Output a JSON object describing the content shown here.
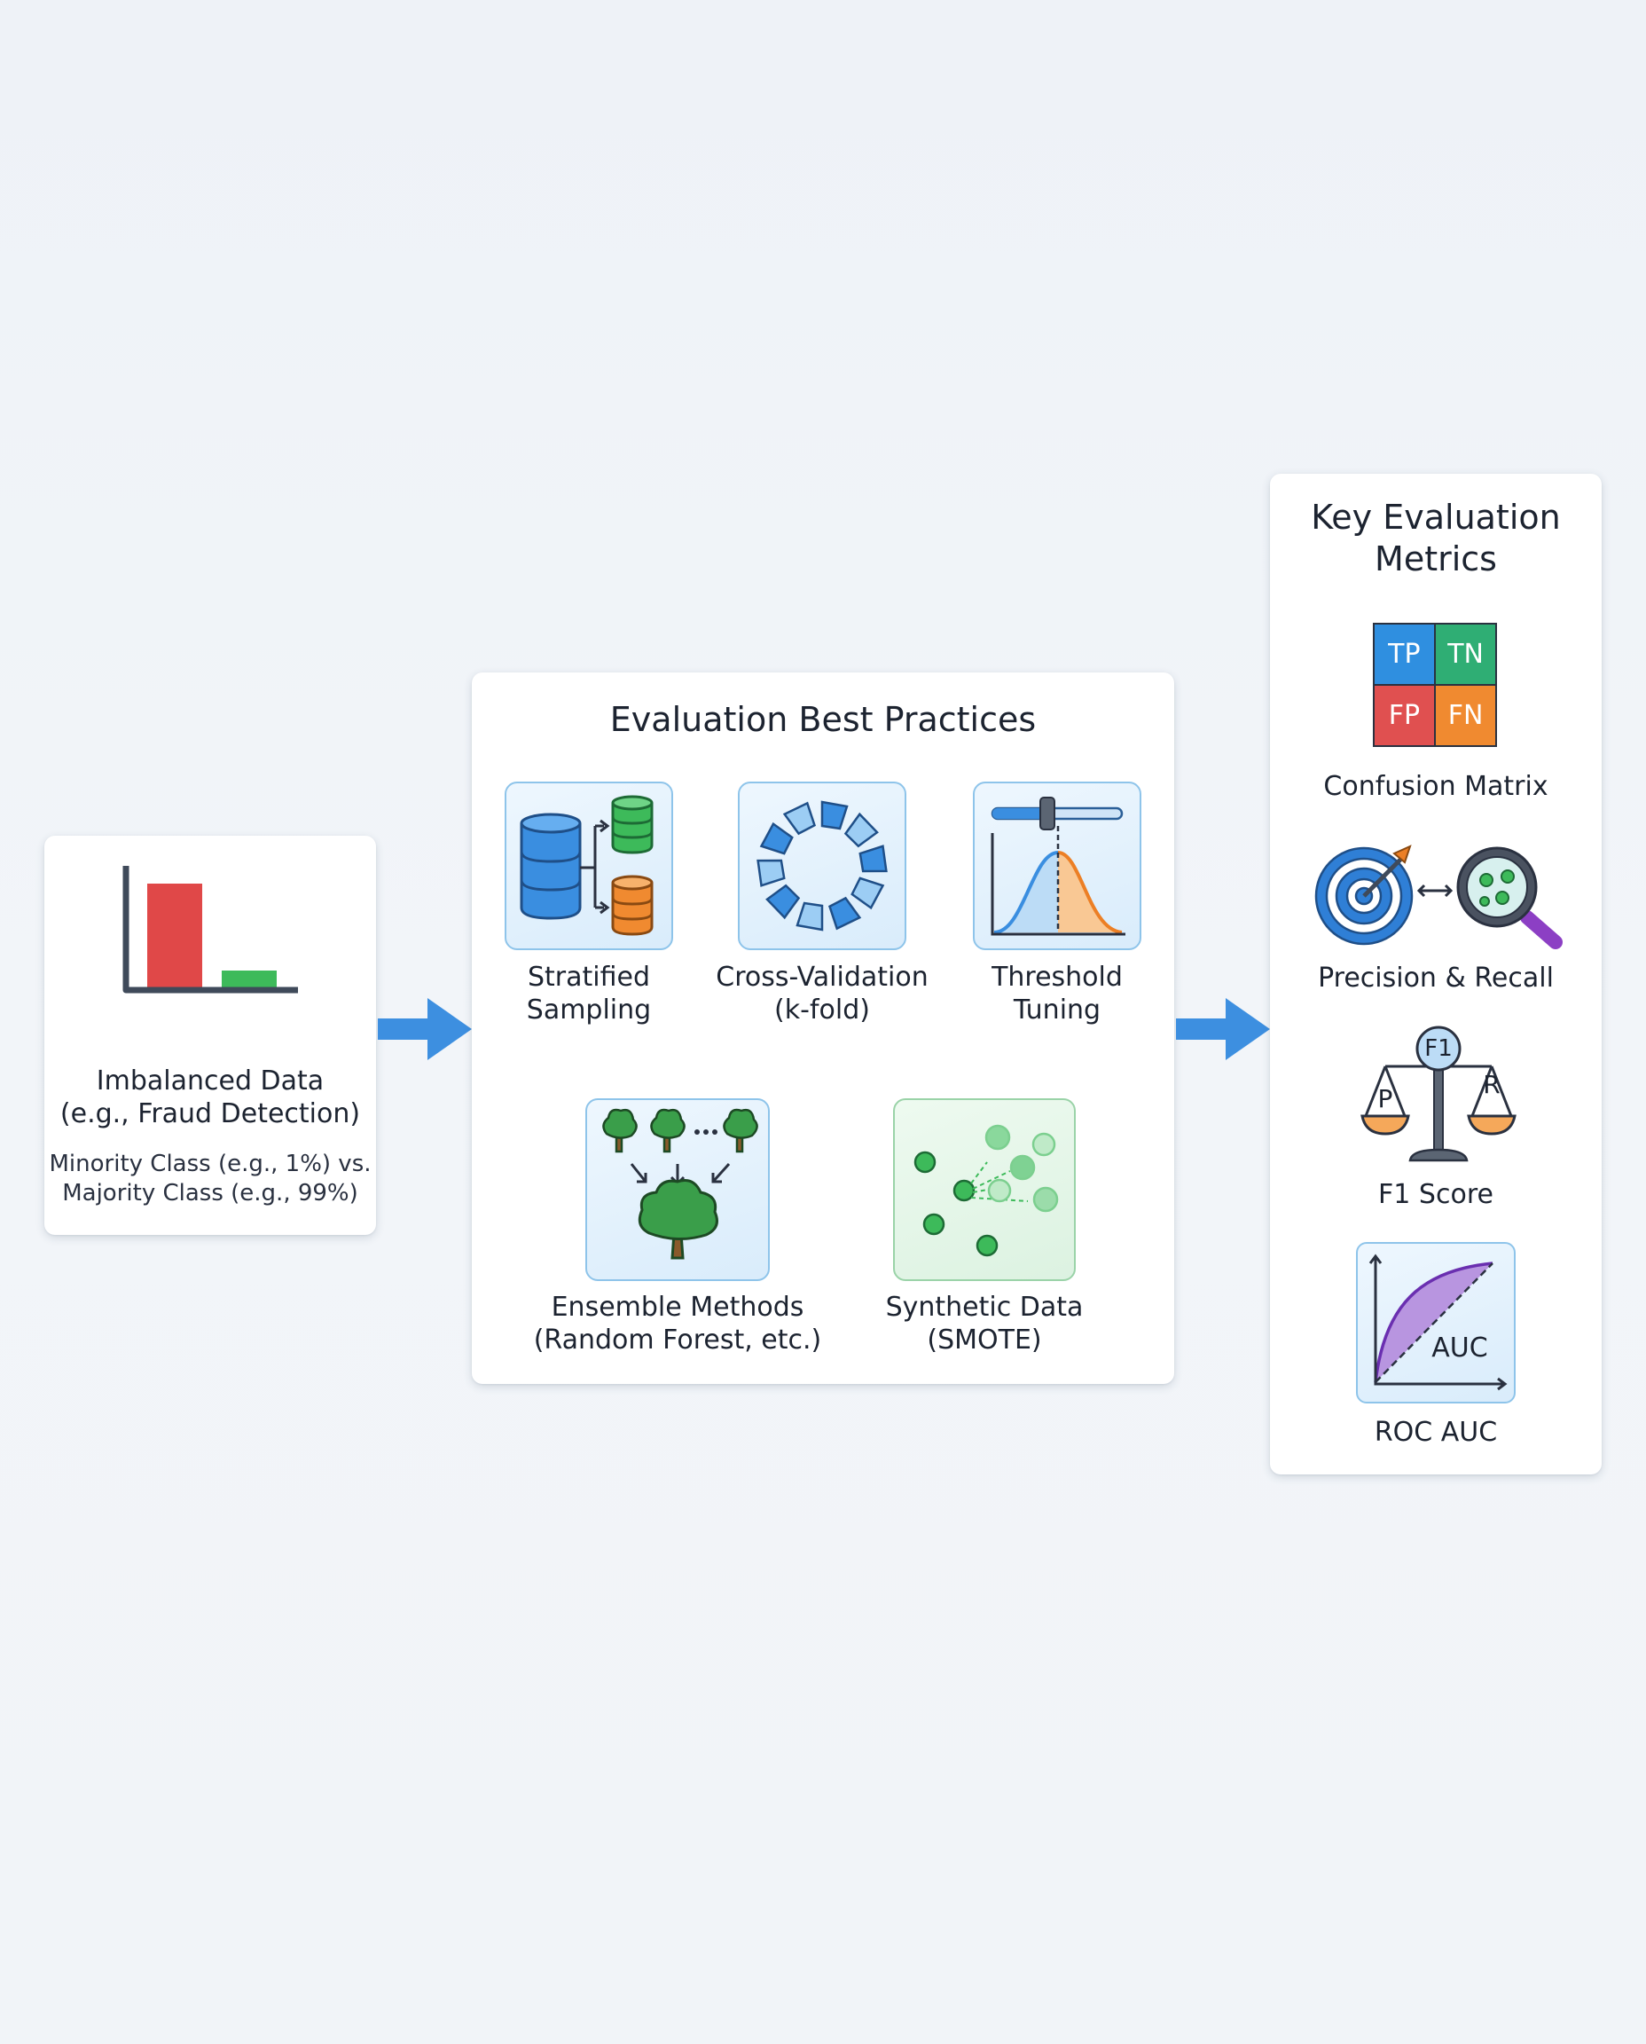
{
  "imbalanced": {
    "title_line1": "Imbalanced Data",
    "title_line2": "(e.g., Fraud Detection)",
    "desc_line1": "Minority Class (e.g., 1%) vs.",
    "desc_line2": "Majority Class (e.g., 99%)"
  },
  "practices": {
    "title": "Evaluation Best Practices",
    "items": [
      {
        "line1": "Stratified",
        "line2": "Sampling"
      },
      {
        "line1": "Cross-Validation",
        "line2": "(k-fold)"
      },
      {
        "line1": "Threshold",
        "line2": "Tuning"
      },
      {
        "line1": "Ensemble Methods",
        "line2": "(Random Forest, etc.)"
      },
      {
        "line1": "Synthetic Data",
        "line2": "(SMOTE)"
      }
    ]
  },
  "metrics": {
    "title_line1": "Key Evaluation",
    "title_line2": "Metrics",
    "confusion": {
      "tp": "TP",
      "tn": "TN",
      "fp": "FP",
      "fn": "FN",
      "label": "Confusion Matrix"
    },
    "precision_recall": {
      "label": "Precision & Recall"
    },
    "f1": {
      "badge": "F1",
      "left": "P",
      "right": "R",
      "label": "F1 Score"
    },
    "roc": {
      "auc": "AUC",
      "label": "ROC AUC"
    }
  },
  "colors": {
    "arrow": "#3d8fe0",
    "majority_bar": "#e04848",
    "minority_bar": "#3dba5a",
    "tp": "#2f8fe0",
    "tn": "#2fae74",
    "fp": "#e05050",
    "fn": "#f08a30"
  },
  "icons": [
    "bar-chart-icon",
    "database-split-icon",
    "cycle-icon",
    "threshold-curve-icon",
    "tree-ensemble-icon",
    "smote-dots-icon",
    "target-icon",
    "magnifier-icon",
    "scale-icon",
    "roc-curve-icon"
  ]
}
